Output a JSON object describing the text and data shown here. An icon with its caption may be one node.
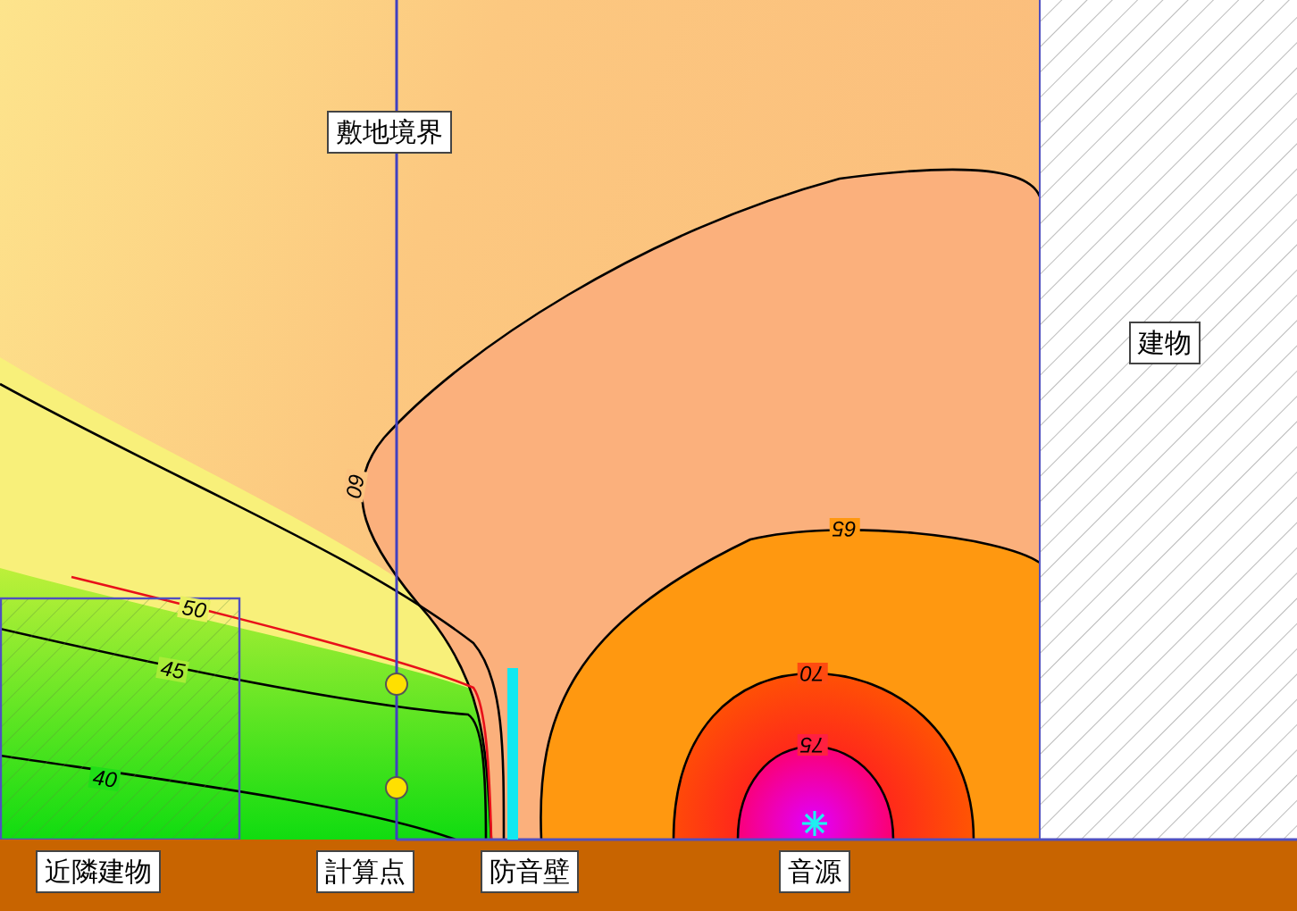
{
  "diagram": {
    "nodes": [
      {
        "text": [
          "敷地境界"
        ]
      },
      {
        "text": [
          "建物"
        ]
      },
      {
        "text": [
          "近隣建物"
        ]
      },
      {
        "text": [
          "計算点"
        ]
      },
      {
        "text": [
          "防音壁"
        ]
      },
      {
        "text": [
          "音源"
        ]
      }
    ],
    "labels": [
      "60",
      "65",
      "50",
      "45",
      "70",
      "75",
      "40"
    ]
  }
}
